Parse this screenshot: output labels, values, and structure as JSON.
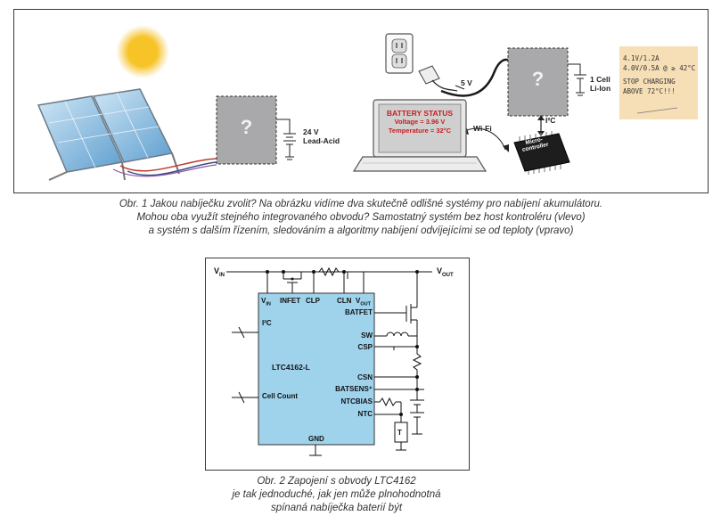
{
  "figure1": {
    "left_box_symbol": "?",
    "left_battery": {
      "line1": "24 V",
      "line2": "Lead-Acid"
    },
    "right_box_symbol": "?",
    "right_battery": {
      "line1": "1 Cell",
      "line2": "Li-Ion"
    },
    "usb_voltage": "5 V",
    "laptop_screen": {
      "title": "BATTERY STATUS",
      "voltage": "Voltage = 3.96 V",
      "temperature": "Temperature = 32°C"
    },
    "wifi_label": "Wi-Fi",
    "i2c_label": "I²C",
    "mcu_label": {
      "line1": "Micro-",
      "line2": "controller"
    },
    "note": {
      "line1": "4.1V/1.2A",
      "line2": "4.0V/0.5A @ ≥ 42°C",
      "line3": "STOP CHARGING",
      "line4": "ABOVE 72°C!!!"
    },
    "caption": {
      "line1": "Obr. 1  Jakou nabíječku zvolit? Na obrázku vidíme dva skutečně odlišné systémy pro nabíjení akumulátoru.",
      "line2": "Mohou oba využít stejného integrovaného obvodu? Samostatný systém bez host kontroléru (vlevo)",
      "line3": "a systém s dalším řízením, sledováním a algoritmy nabíjení odvíjejícími se od teploty (vpravo)"
    }
  },
  "figure2": {
    "vin": "V",
    "vin_sub": "IN",
    "vout": "V",
    "vout_sub": "OUT",
    "chip_name": "LTC4162-L",
    "pins_top": {
      "vin": "V",
      "vin_sub": "IN",
      "infet": "INFET",
      "clp": "CLP",
      "cln": "CLN",
      "vout": "V",
      "vout_sub": "OUT"
    },
    "pins_right": {
      "batfet": "BATFET",
      "sw": "SW",
      "csp": "CSP",
      "csn": "CSN",
      "batsens": "BATSENS⁺",
      "ntcbias": "NTCBIAS",
      "ntc": "NTC"
    },
    "pins_left": {
      "i2c": "I²C",
      "cellcount": "Cell Count"
    },
    "pin_bottom": "GND",
    "thermistor_symbol": "T",
    "caption": {
      "line1": "Obr. 2  Zapojení s obvody LTC4162",
      "line2": "je tak jednoduché, jak jen může plnohodnotná",
      "line3": "spínaná nabíječka baterií být"
    }
  },
  "colors": {
    "chip_fill": "#9fd3ec",
    "box_fill": "#a9a9ab",
    "sun": "#f7c428",
    "note_bg": "#f6dfb6",
    "panel": "#7fb7dc",
    "red_text": "#c81e1e"
  }
}
